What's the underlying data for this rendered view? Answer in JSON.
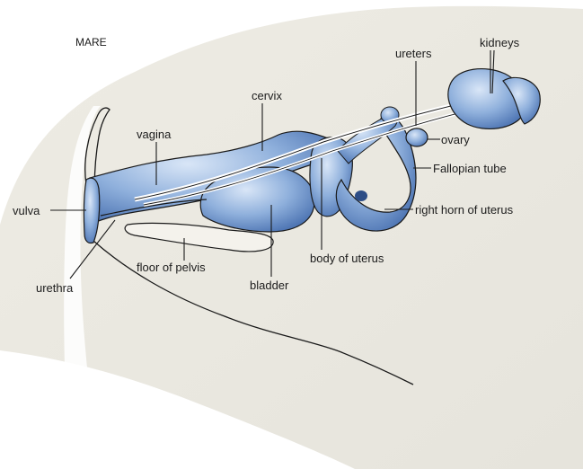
{
  "title": "MARE",
  "labels": {
    "kidneys": "kidneys",
    "ureters": "ureters",
    "cervix": "cervix",
    "vagina": "vagina",
    "ovary": "ovary",
    "fallopian_tube": "Fallopian tube",
    "right_horn": "right horn of uterus",
    "vulva": "vulva",
    "body_of_uterus": "body of uterus",
    "floor_of_pelvis": "floor of pelvis",
    "urethra": "urethra",
    "bladder": "bladder"
  },
  "colors": {
    "background": "#ffffff",
    "body_silhouette": "#eeece4",
    "organ_blue": "#8fb0dc",
    "organ_dark": "#4f76b4",
    "outline": "#1a1a1a"
  }
}
